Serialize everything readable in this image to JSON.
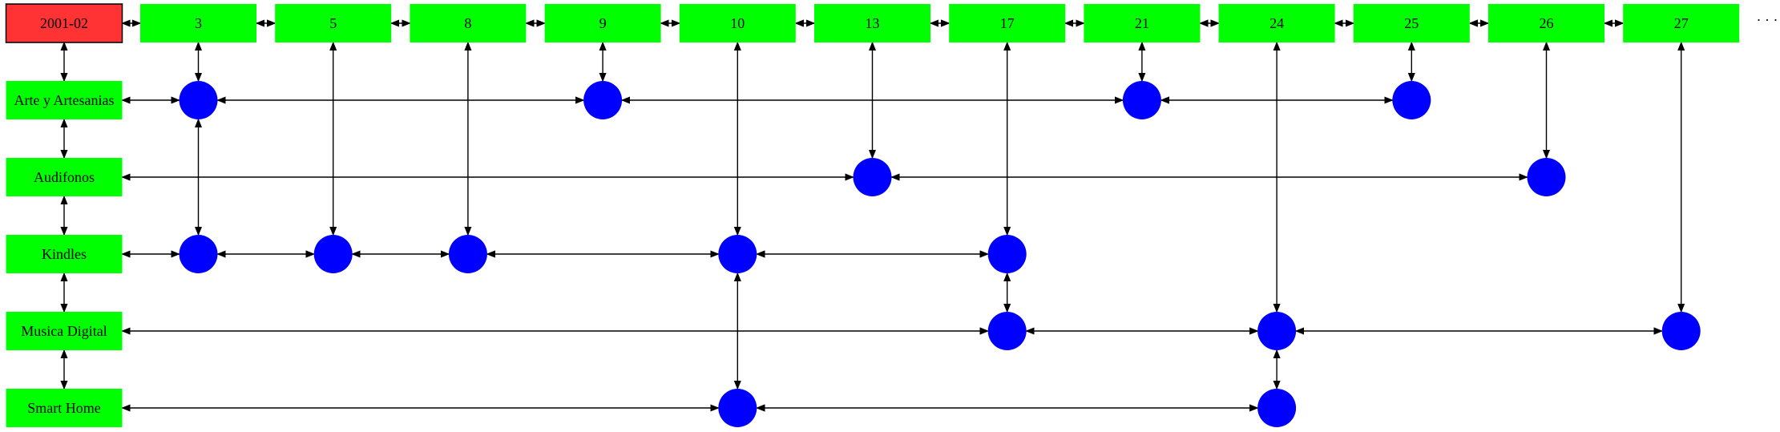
{
  "colors": {
    "header_cell": "#ff3333",
    "column_box": "#00ff00",
    "row_box": "#00ff00",
    "dot": "#0000ff",
    "edge": "#000000"
  },
  "header": {
    "label": "2001-02"
  },
  "columns": [
    "3",
    "5",
    "8",
    "9",
    "10",
    "13",
    "17",
    "21",
    "24",
    "25",
    "26",
    "27"
  ],
  "overflow_marker": "· · ·",
  "rows": [
    "Arte y Artesanias",
    "Audifonos",
    "Kindles",
    "Musica Digital",
    "Smart Home"
  ],
  "cells": [
    {
      "row": "Arte y Artesanias",
      "columns": [
        "3",
        "9",
        "21",
        "25"
      ]
    },
    {
      "row": "Audifonos",
      "columns": [
        "13",
        "26"
      ]
    },
    {
      "row": "Kindles",
      "columns": [
        "3",
        "5",
        "8",
        "10",
        "17"
      ]
    },
    {
      "row": "Musica Digital",
      "columns": [
        "17",
        "24",
        "27"
      ]
    },
    {
      "row": "Smart Home",
      "columns": [
        "10",
        "24"
      ]
    }
  ]
}
